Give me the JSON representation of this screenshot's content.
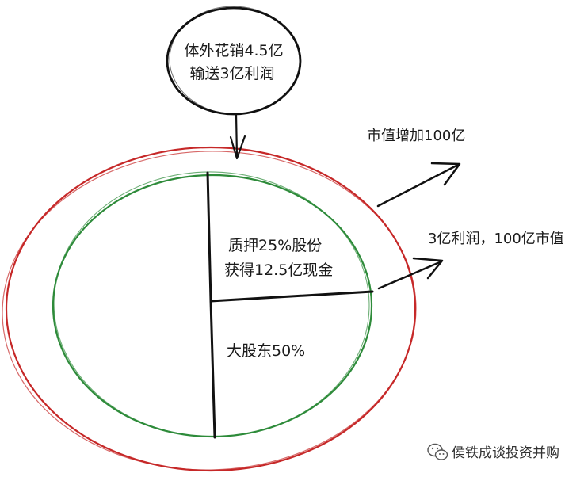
{
  "top_bubble": {
    "line1": "体外花销4.5亿",
    "line2": "输送3亿利润"
  },
  "arrow_labels": {
    "market_cap_increase": "市值增加100亿",
    "profit_market_cap": "3亿利润，100亿市值"
  },
  "segments": {
    "pledge_line1": "质押25%股份",
    "pledge_line2": "获得12.5亿现金",
    "major_shareholder": "大股东50%"
  },
  "watermark": {
    "text": "侯铁成谈投资并购",
    "icon": "wechat-icon"
  },
  "colors": {
    "outer_circle": "#c62828",
    "inner_circle": "#2e8b3a",
    "ink": "#111111"
  }
}
